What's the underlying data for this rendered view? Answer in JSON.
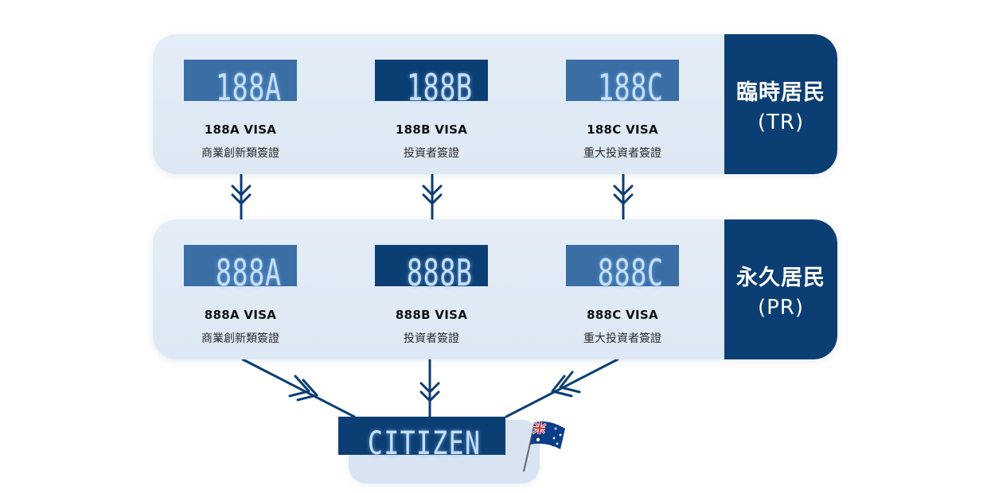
{
  "colors": {
    "primary": "#0b3e73",
    "panel": "#e4edf7",
    "badge_light": "#3a6ea5",
    "outline_text": "#a9cdf0"
  },
  "tiers": [
    {
      "id": "tr",
      "label_cn": "臨時居民",
      "label_en": "(TR)",
      "visas": [
        {
          "code": "188A",
          "title": "188A VISA",
          "desc": "商業創新類簽證",
          "shade": "light"
        },
        {
          "code": "188B",
          "title": "188B VISA",
          "desc": "投資者簽證",
          "shade": "dark"
        },
        {
          "code": "188C",
          "title": "188C VISA",
          "desc": "重大投資者簽證",
          "shade": "light"
        }
      ]
    },
    {
      "id": "pr",
      "label_cn": "永久居民",
      "label_en": "(PR)",
      "visas": [
        {
          "code": "888A",
          "title": "888A VISA",
          "desc": "商業創新類簽證",
          "shade": "light"
        },
        {
          "code": "888B",
          "title": "888B VISA",
          "desc": "投資者簽證",
          "shade": "dark"
        },
        {
          "code": "888C",
          "title": "888C VISA",
          "desc": "重大投資者簽證",
          "shade": "light"
        }
      ]
    }
  ],
  "citizen": {
    "label": "CITIZEN",
    "flag_icon": "australia-flag-icon"
  }
}
